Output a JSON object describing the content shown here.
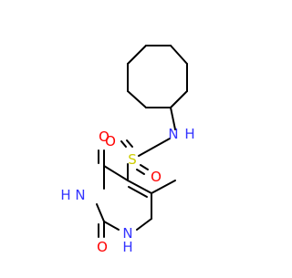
{
  "molecule": {
    "atom_labels": {
      "n_amide": "N",
      "h_amide": "H",
      "sulfur": "S",
      "o_sulfonyl_top": "O",
      "o_sulfonyl_bottom": "O",
      "o_carbonyl_top": "O",
      "o_carbonyl_bottom": "O",
      "n_ring_upper": "N",
      "h_ring_upper": "H",
      "n_ring_lower": "N",
      "h_ring_lower": "H"
    },
    "colors": {
      "bond": "#000000",
      "nitrogen": "#3333ff",
      "oxygen": "#ff0000",
      "sulfur": "#cccc00"
    }
  }
}
